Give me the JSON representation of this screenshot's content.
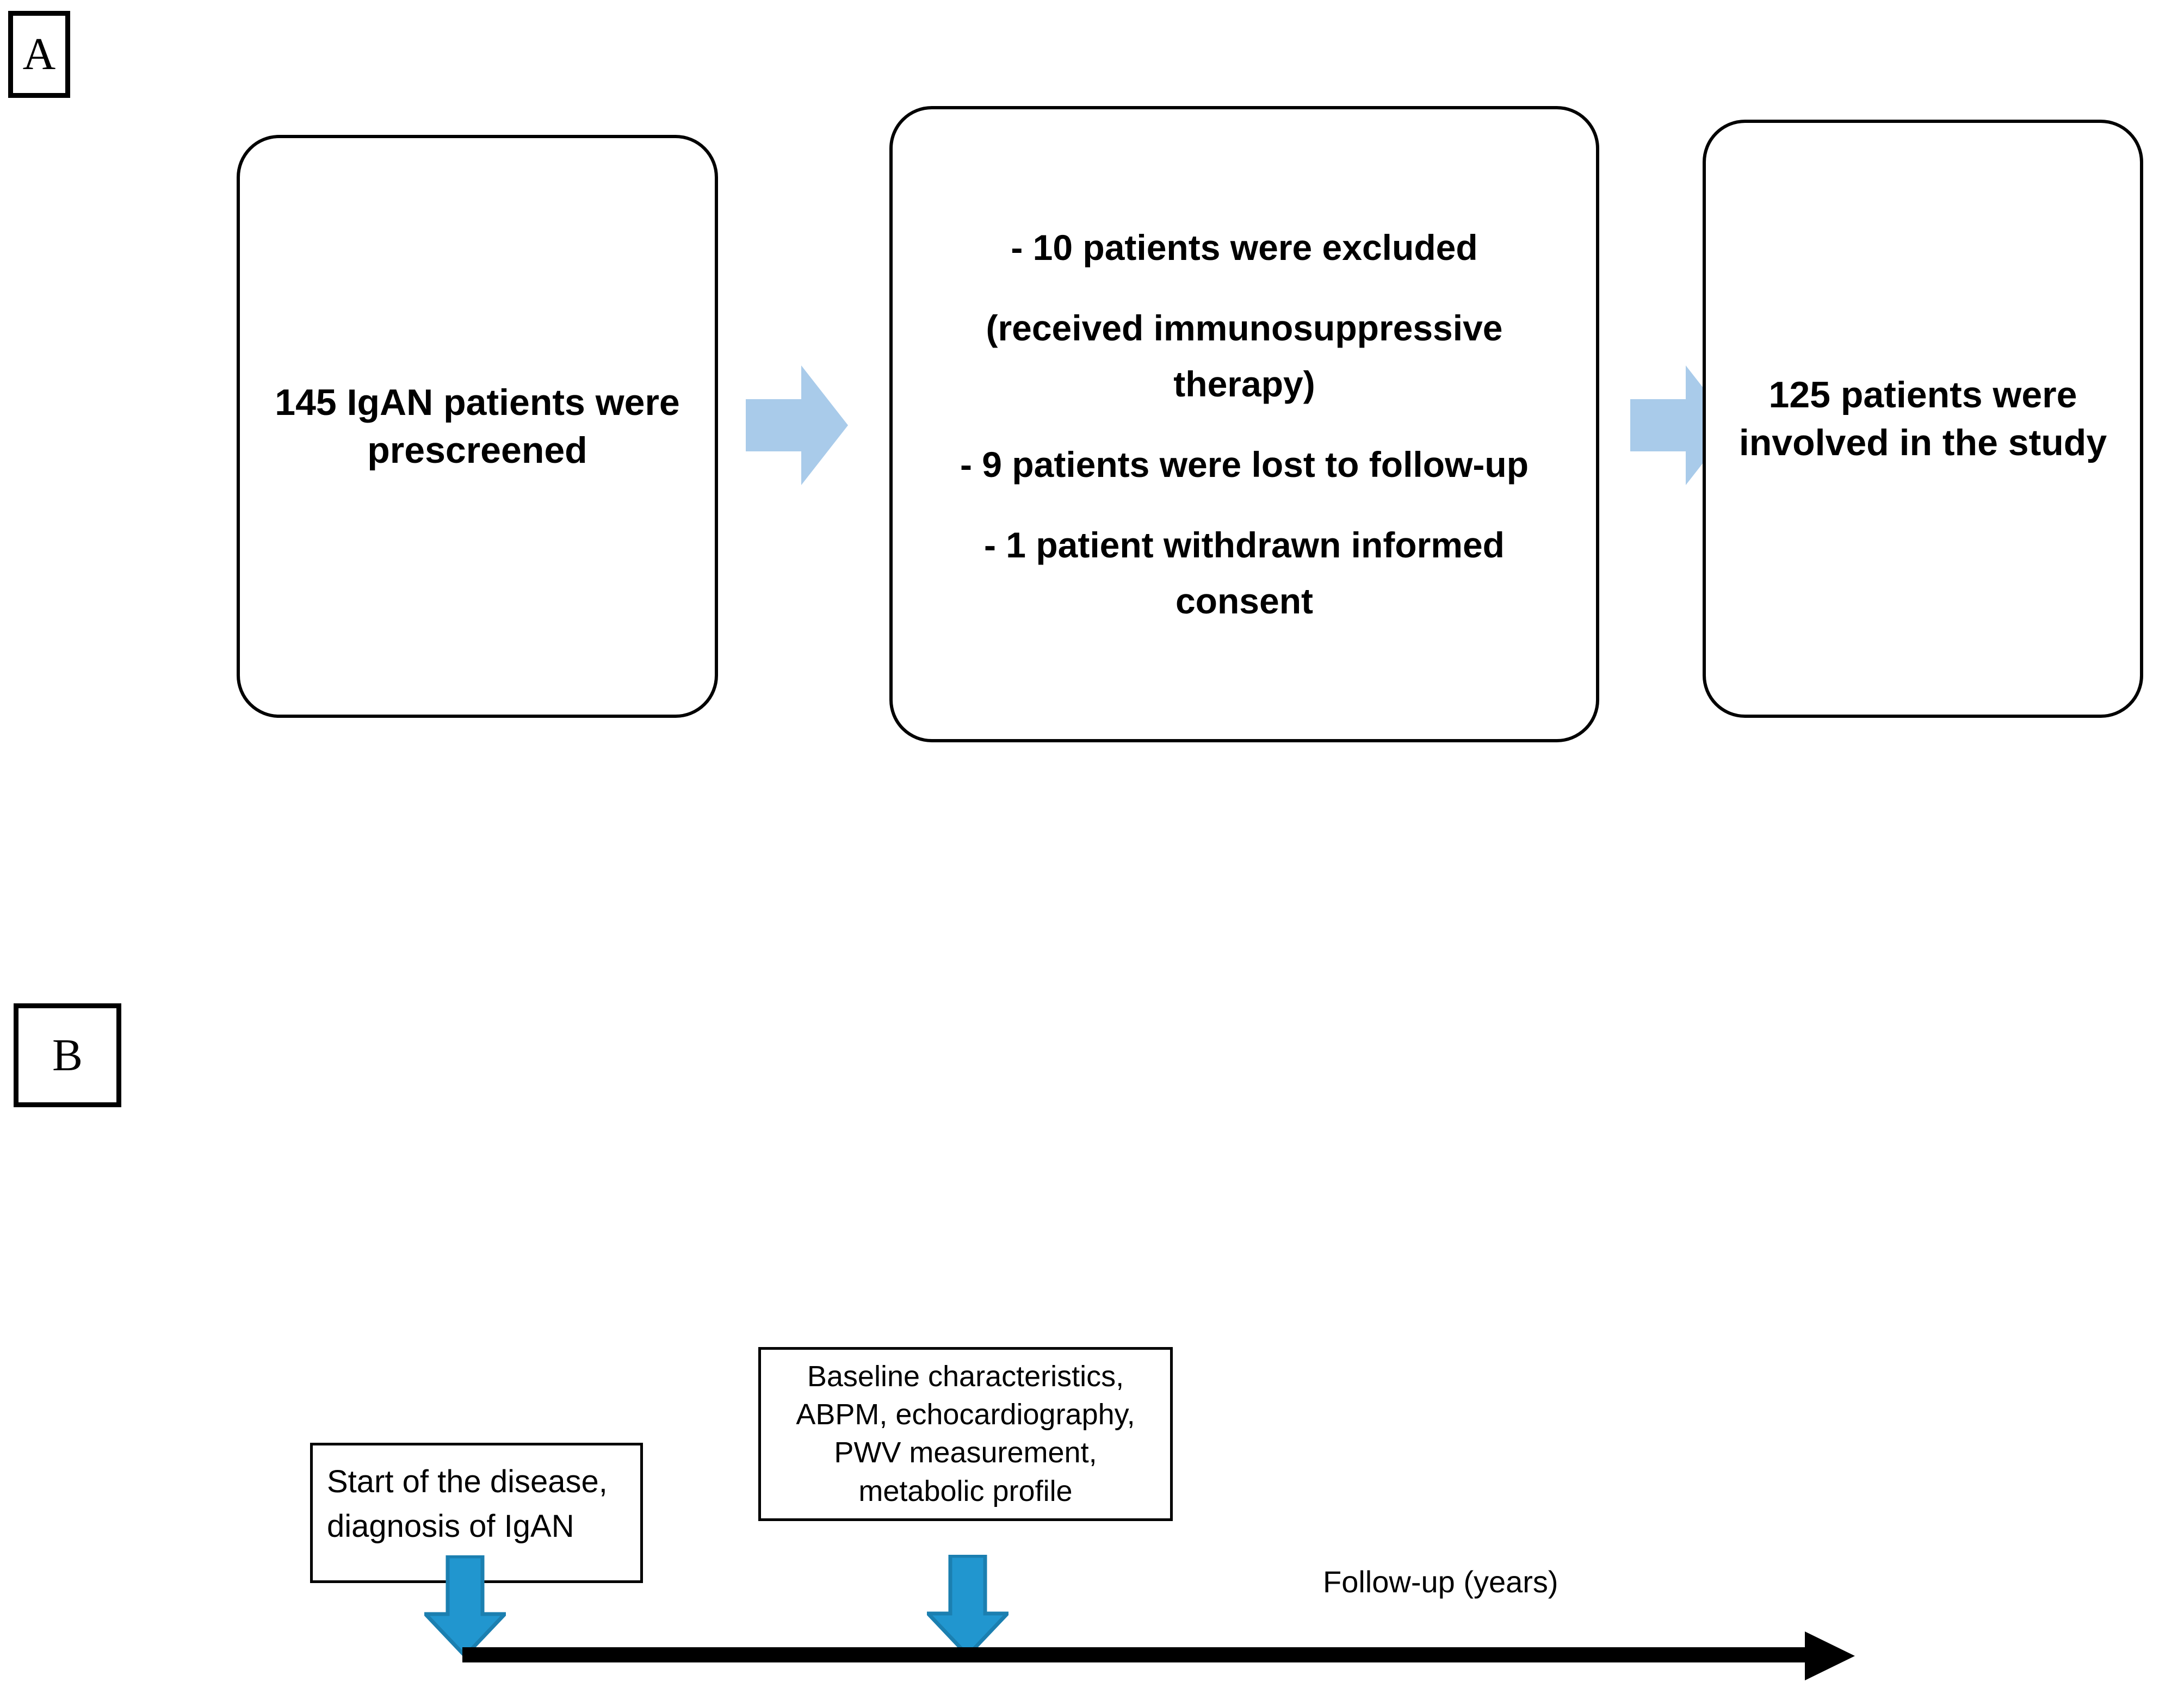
{
  "figure": {
    "panels": [
      {
        "id": "A",
        "label": "A",
        "type": "patient-flow-diagram",
        "boxes": [
          {
            "id": "prescreened",
            "lines": [
              "145 IgAN patients were prescreened"
            ],
            "text": "145 IgAN patients were prescreened",
            "count": 145
          },
          {
            "id": "exclusions",
            "lines": [
              "-  10 patients were excluded",
              "(received immunosuppressive therapy)",
              "- 9 patients were lost to follow-up",
              "- 1 patient withdrawn informed consent"
            ],
            "excluded_immunosuppressive": 10,
            "lost_to_followup": 9,
            "withdrawn_consent": 1
          },
          {
            "id": "included",
            "lines": [
              "125 patients were involved in the study"
            ],
            "text": "125 patients were involved in the study",
            "count": 125
          }
        ],
        "connectors": [
          {
            "id": "arrow-1",
            "direction": "right",
            "color": "#a9cbea"
          },
          {
            "id": "arrow-2",
            "direction": "right",
            "color": "#a9cbea"
          }
        ]
      },
      {
        "id": "B",
        "label": "B",
        "type": "study-timeline",
        "events": [
          {
            "id": "disease-start",
            "text": "Start of the disease, diagnosis of IgAN",
            "align": "left"
          },
          {
            "id": "baseline-assessment",
            "text": "Baseline characteristics, ABPM, echocardiography, PWV measurement, metabolic profile",
            "align": "center"
          }
        ],
        "axis_label": "Follow-up (years)",
        "markers": [
          {
            "id": "marker-1",
            "direction": "down",
            "color": "#2196cf",
            "stroke": "#1b7fb0"
          },
          {
            "id": "marker-2",
            "direction": "down",
            "color": "#2196cf",
            "stroke": "#1b7fb0"
          }
        ],
        "axis_arrow": {
          "direction": "right",
          "color": "#000000"
        }
      }
    ]
  },
  "colors": {
    "light_blue_arrow": "#a9cbea",
    "blue_marker_fill": "#2196cf",
    "blue_marker_stroke": "#1b7fb0",
    "line_black": "#000000",
    "background": "#ffffff"
  }
}
